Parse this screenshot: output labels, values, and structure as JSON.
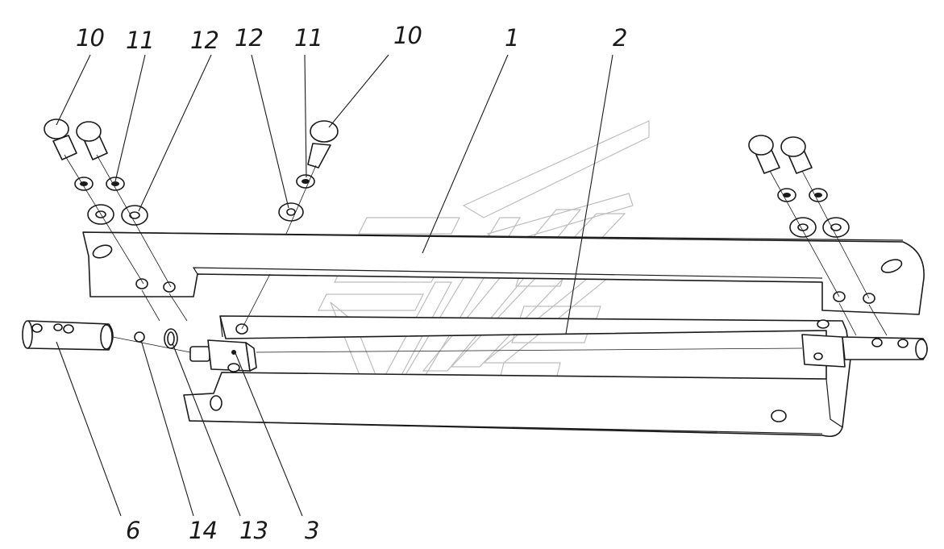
{
  "callouts": {
    "top": [
      "10",
      "11",
      "12",
      "12",
      "11",
      "10",
      "1",
      "2"
    ],
    "bottom": [
      "6",
      "14",
      "13",
      "3"
    ]
  },
  "parts": {
    "p1": "1",
    "p2": "2",
    "p3": "3",
    "p6": "6",
    "p10": "10",
    "p11": "11",
    "p12": "12",
    "p13": "13",
    "p14": "14"
  }
}
